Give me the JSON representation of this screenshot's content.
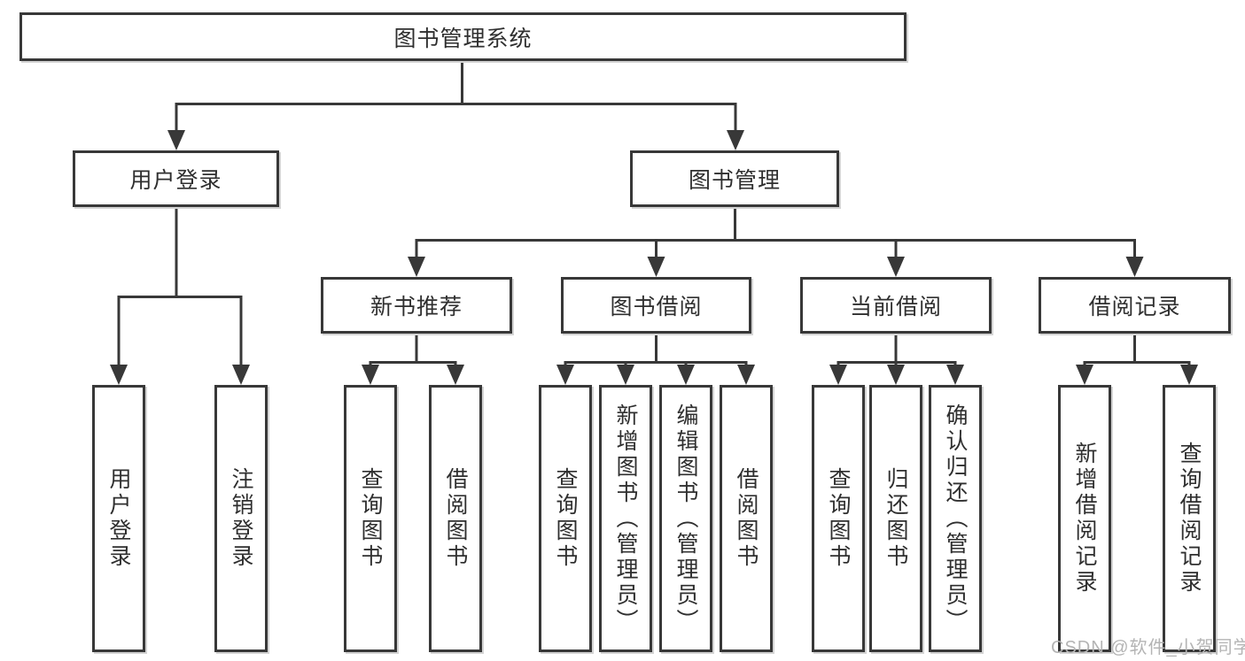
{
  "diagram": {
    "root": {
      "label": "图书管理系统"
    },
    "level2": {
      "user_login": {
        "label": "用户登录"
      },
      "book_management": {
        "label": "图书管理"
      }
    },
    "level3": {
      "new_book": {
        "label": "新书推荐"
      },
      "book_borrow": {
        "label": "图书借阅"
      },
      "current_borrow": {
        "label": "当前借阅"
      },
      "borrow_record": {
        "label": "借阅记录"
      }
    },
    "leaves": {
      "user_login": [
        "用户登录",
        "注销登录"
      ],
      "new_book": [
        "查询图书",
        "借阅图书"
      ],
      "book_borrow": [
        "查询图书",
        "新增图书（管理员）",
        "编辑图书（管理员）",
        "借阅图书"
      ],
      "current_borrow": [
        "查询图书",
        "归还图书",
        "确认归还（管理员）"
      ],
      "borrow_record": [
        "新增借阅记录",
        "查询借阅记录"
      ]
    }
  },
  "watermark": {
    "text": "CSDN @软件_小贺同学"
  },
  "colors": {
    "line": "#383838",
    "text": "#2f2f2f",
    "box_shadow": "#d4d4d4",
    "watermark": "#b4b4b4",
    "background": "#ffffff"
  }
}
